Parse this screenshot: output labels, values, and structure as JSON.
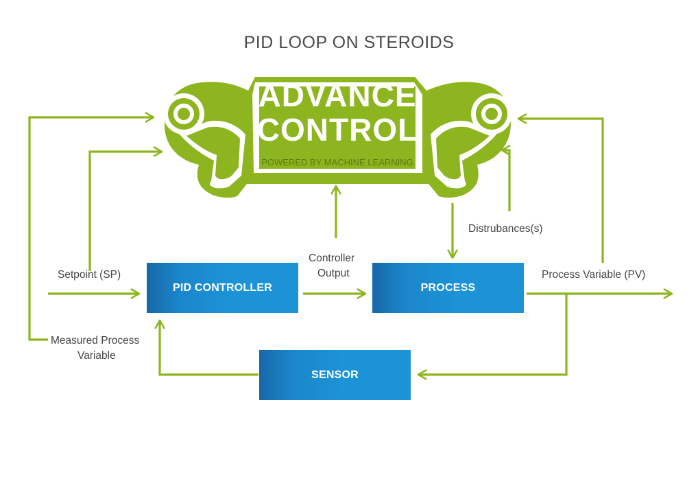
{
  "title": "PID LOOP ON STEROIDS",
  "logo": {
    "line1": "ADVANCE",
    "line2": "CONTROL",
    "tagline": "POWERED BY MACHINE LEARNING"
  },
  "blocks": {
    "pid_controller": "PID CONTROLLER",
    "process": "PROCESS",
    "sensor": "SENSOR"
  },
  "labels": {
    "setpoint": "Setpoint (SP)",
    "controller_output_line1": "Controller",
    "controller_output_line2": "Output",
    "disturbances": "Distrubances(s)",
    "process_variable": "Process Variable (PV)",
    "measured_line1": "Measured Process",
    "measured_line2": "Variable"
  },
  "colors": {
    "arrow_green": "#8db51f",
    "logo_green": "#8db51f",
    "logo_dark_green": "#5f7f14",
    "block_blue": "#1b93d6",
    "block_blue_dark": "#1868a8",
    "text_gray": "#444444"
  }
}
